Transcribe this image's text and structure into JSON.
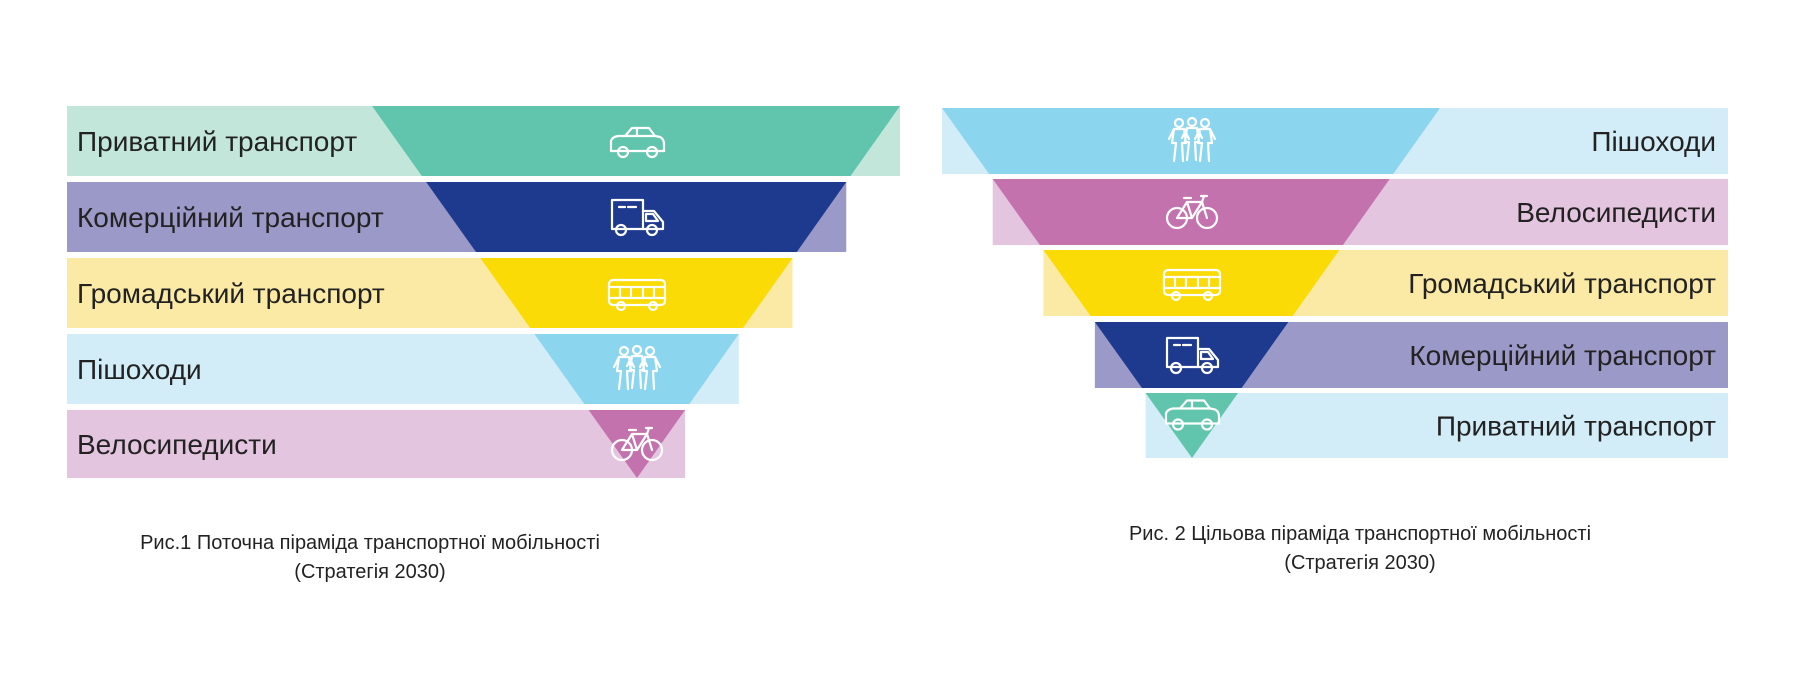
{
  "colors": {
    "private_light": "#c3e6da",
    "private_dark": "#61c5ae",
    "commercial_light": "#9a99c8",
    "commercial_dark": "#1e3a8e",
    "public_light": "#fbeaa6",
    "public_dark": "#fadb06",
    "pedestrian_light": "#d2edf8",
    "pedestrian_dark": "#8cd5ef",
    "cyclist_light": "#e4c5df",
    "cyclist_dark": "#c472ae"
  },
  "figure1": {
    "caption_line1": "Рис.1 Поточна піраміда транспортної мобільності",
    "caption_line2": "(Стратегія 2030)",
    "bands": [
      {
        "label": "Приватний транспорт",
        "icon": "car-icon",
        "light": "#c3e6da",
        "dark": "#61c5ae"
      },
      {
        "label": "Комерційний транспорт",
        "icon": "truck-icon",
        "light": "#9a99c8",
        "dark": "#1e3a8e"
      },
      {
        "label": "Громадський транспорт",
        "icon": "bus-icon",
        "light": "#fbeaa6",
        "dark": "#fadb06"
      },
      {
        "label": "Пішоходи",
        "icon": "pedestrians-icon",
        "light": "#d2edf8",
        "dark": "#8cd5ef"
      },
      {
        "label": "Велосипедисти",
        "icon": "bicycle-icon",
        "light": "#e4c5df",
        "dark": "#c472ae"
      }
    ]
  },
  "figure2": {
    "caption_line1": "Рис. 2 Цільова піраміда транспортної мобільності",
    "caption_line2": "(Стратегія 2030)",
    "bands": [
      {
        "label": "Пішоходи",
        "icon": "pedestrians-icon",
        "light": "#d2edf8",
        "dark": "#8cd5ef"
      },
      {
        "label": "Велосипедисти",
        "icon": "bicycle-icon",
        "light": "#e4c5df",
        "dark": "#c472ae"
      },
      {
        "label": "Громадський транспорт",
        "icon": "bus-icon",
        "light": "#fbeaa6",
        "dark": "#fadb06"
      },
      {
        "label": "Комерційний транспорт",
        "icon": "truck-icon",
        "light": "#9a99c8",
        "dark": "#1e3a8e"
      },
      {
        "label": "Приватний транспорт",
        "icon": "car-icon",
        "light": "#d2edf8",
        "dark": "#61c5ae"
      }
    ]
  }
}
